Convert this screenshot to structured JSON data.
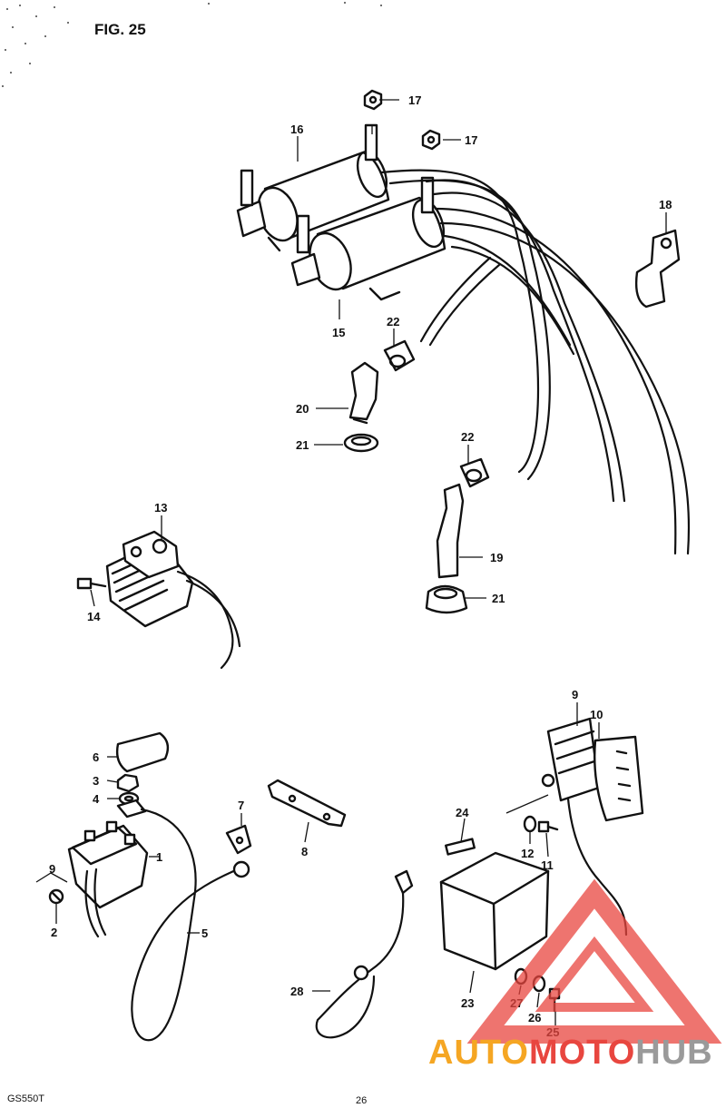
{
  "figure": {
    "title": "FIG. 25",
    "model_code": "GS550T",
    "page_number": "26"
  },
  "callouts": [
    {
      "id": "label-1",
      "text": "1"
    },
    {
      "id": "label-2",
      "text": "2"
    },
    {
      "id": "label-3",
      "text": "3"
    },
    {
      "id": "label-4",
      "text": "4"
    },
    {
      "id": "label-5",
      "text": "5"
    },
    {
      "id": "label-6",
      "text": "6"
    },
    {
      "id": "label-7",
      "text": "7"
    },
    {
      "id": "label-8",
      "text": "8"
    },
    {
      "id": "label-9-left",
      "text": "9"
    },
    {
      "id": "label-9-right",
      "text": "9"
    },
    {
      "id": "label-10",
      "text": "10"
    },
    {
      "id": "label-11",
      "text": "11"
    },
    {
      "id": "label-12",
      "text": "12"
    },
    {
      "id": "label-13",
      "text": "13"
    },
    {
      "id": "label-14",
      "text": "14"
    },
    {
      "id": "label-15",
      "text": "15"
    },
    {
      "id": "label-16",
      "text": "16"
    },
    {
      "id": "label-17-top",
      "text": "17"
    },
    {
      "id": "label-17-right",
      "text": "17"
    },
    {
      "id": "label-18",
      "text": "18"
    },
    {
      "id": "label-19",
      "text": "19"
    },
    {
      "id": "label-20",
      "text": "20"
    },
    {
      "id": "label-21-left",
      "text": "21"
    },
    {
      "id": "label-21-right",
      "text": "21"
    },
    {
      "id": "label-22-upper",
      "text": "22"
    },
    {
      "id": "label-22-lower",
      "text": "22"
    },
    {
      "id": "label-23",
      "text": "23"
    },
    {
      "id": "label-24",
      "text": "24"
    },
    {
      "id": "label-25",
      "text": "25"
    },
    {
      "id": "label-26",
      "text": "26"
    },
    {
      "id": "label-27",
      "text": "27"
    },
    {
      "id": "label-28",
      "text": "28"
    }
  ],
  "watermark": {
    "part1": "AUTO",
    "part2": "MOTO",
    "part3": "HUB"
  },
  "colors": {
    "ink": "#111111",
    "paper": "#ffffff",
    "watermark_red": "#e8463f",
    "watermark_orange": "#f5a623",
    "watermark_gray": "#9a9a9a"
  }
}
